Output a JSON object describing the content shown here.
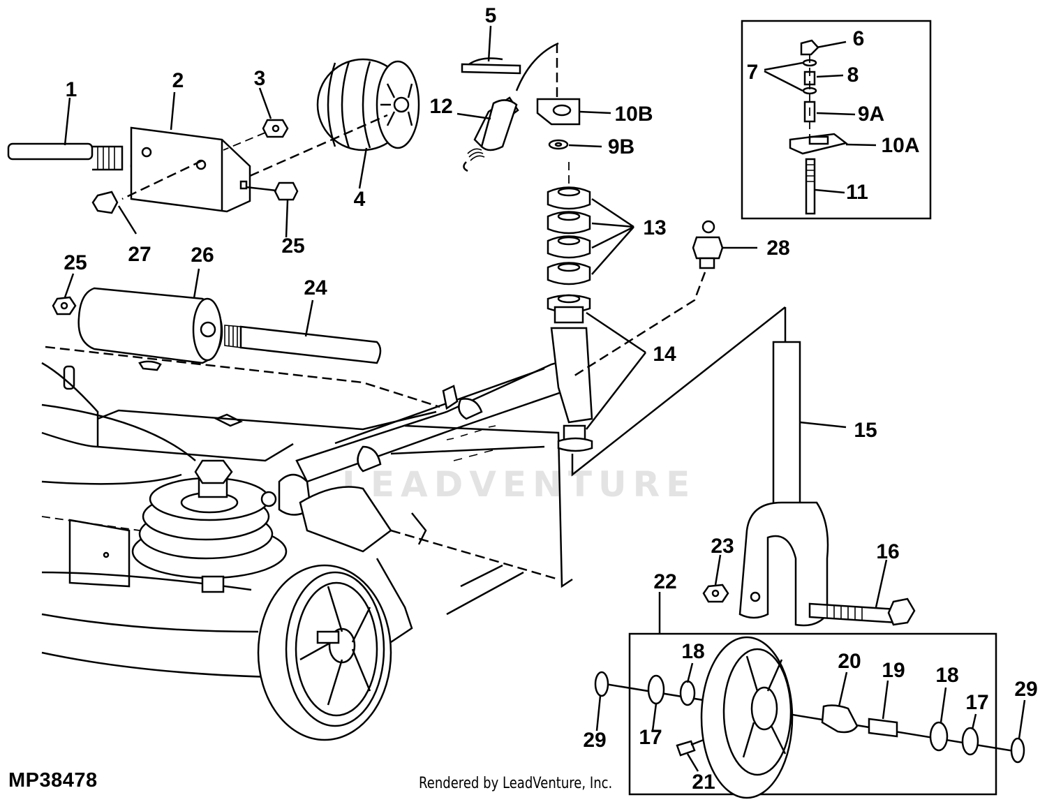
{
  "figure_id": "MP38478",
  "credit": "Rendered by LeadVenture, Inc.",
  "watermark": "LEADVENTURE",
  "callouts": {
    "c1": "1",
    "c2": "2",
    "c3": "3",
    "c4": "4",
    "c5": "5",
    "c6": "6",
    "c7": "7",
    "c8": "8",
    "c9a": "9A",
    "c9b": "9B",
    "c10a": "10A",
    "c10b": "10B",
    "c11": "11",
    "c12": "12",
    "c13": "13",
    "c14": "14",
    "c15": "15",
    "c16": "16",
    "c17a": "17",
    "c17b": "17",
    "c18a": "18",
    "c18b": "18",
    "c19": "19",
    "c20": "20",
    "c21": "21",
    "c22": "22",
    "c23": "23",
    "c24": "24",
    "c25a": "25",
    "c25b": "25",
    "c26": "26",
    "c27": "27",
    "c28": "28",
    "c29a": "29",
    "c29b": "29"
  }
}
